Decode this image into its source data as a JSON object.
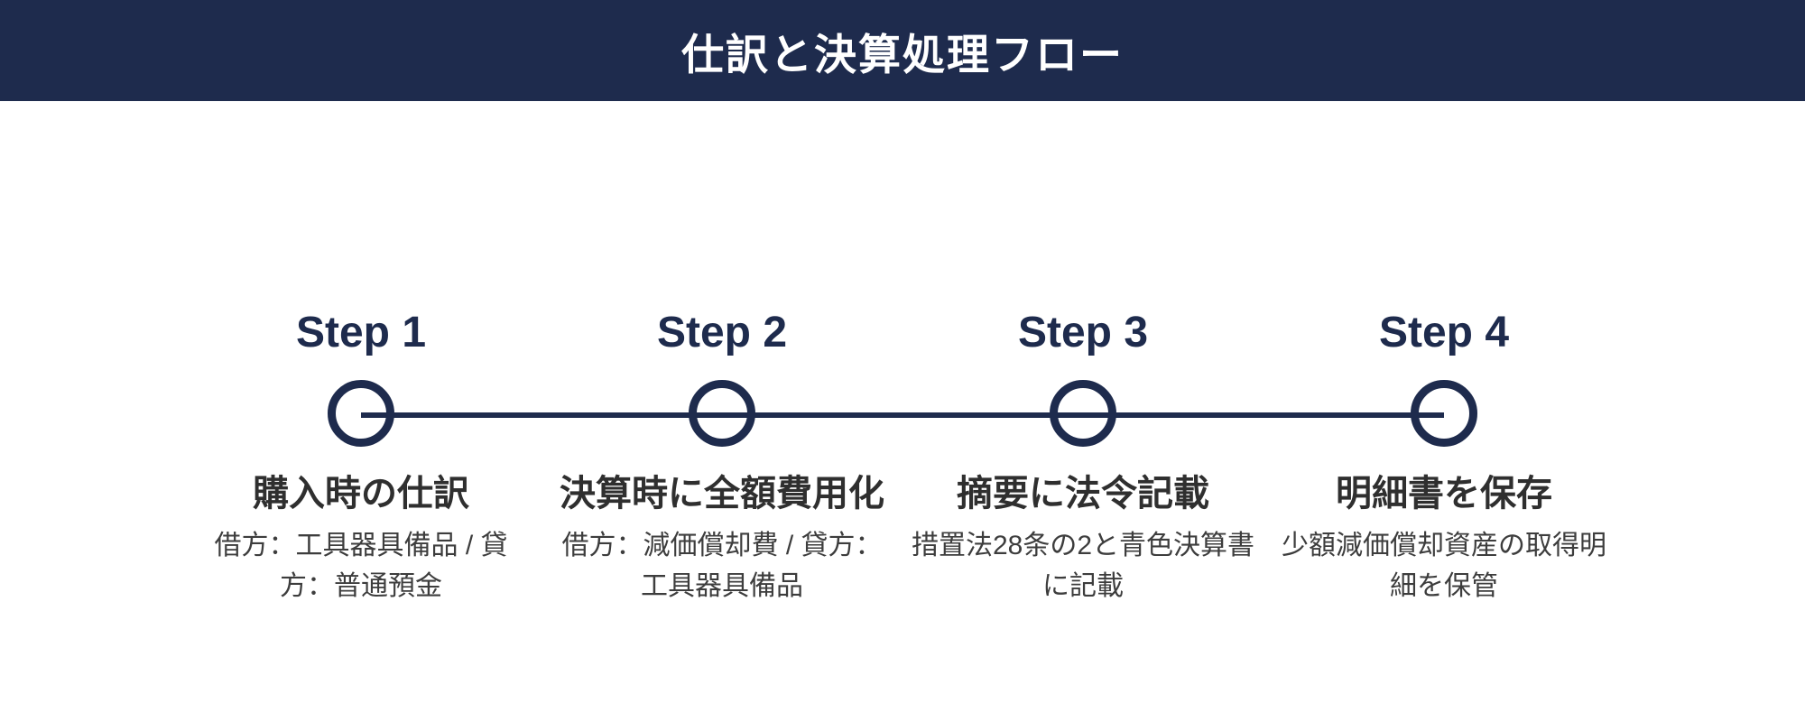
{
  "header": {
    "title": "仕訳と決算処理フロー"
  },
  "colors": {
    "navy": "#1e2b4d",
    "step_title_text": "#2f2f2f",
    "step_desc_text": "#3d3d3d",
    "header_text": "#ffffff",
    "background": "#ffffff"
  },
  "steps": [
    {
      "label": "Step 1",
      "title": "購入時の仕訳",
      "description": "借方：工具器具備品 / 貸方：普通預金"
    },
    {
      "label": "Step 2",
      "title": "決算時に全額費用化",
      "description": "借方：減価償却費 / 貸方：工具器具備品"
    },
    {
      "label": "Step 3",
      "title": "摘要に法令記載",
      "description": "措置法28条の2と青色決算書に記載"
    },
    {
      "label": "Step 4",
      "title": "明細書を保存",
      "description": "少額減価償却資産の取得明細を保管"
    }
  ]
}
